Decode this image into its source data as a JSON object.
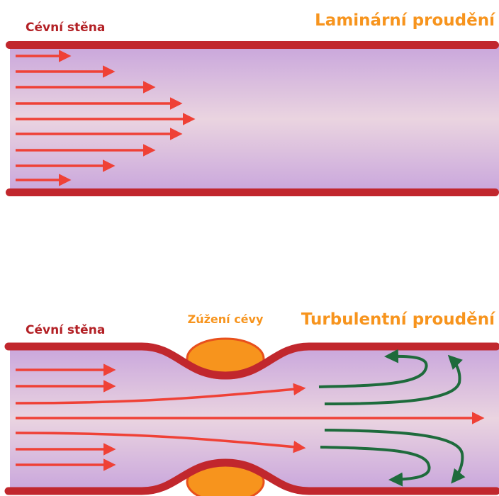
{
  "laminar": {
    "title": "Laminární proudění",
    "wall_label": "Cévní stěna"
  },
  "turbulent": {
    "title": "Turbulentní proudění",
    "wall_label": "Cévní stěna",
    "narrowing_label": "Zúžení cévy"
  },
  "colors": {
    "wall": "#c1272d",
    "flow_arrow": "#ef4136",
    "eddy_arrow": "#1e6b3c",
    "plaque": "#f7941d",
    "plaque_outline": "#e8501c",
    "title": "#f7941d",
    "label": "#b32025",
    "lumen_edge": "#c9a6dc",
    "lumen_center": "#ead4e0"
  }
}
